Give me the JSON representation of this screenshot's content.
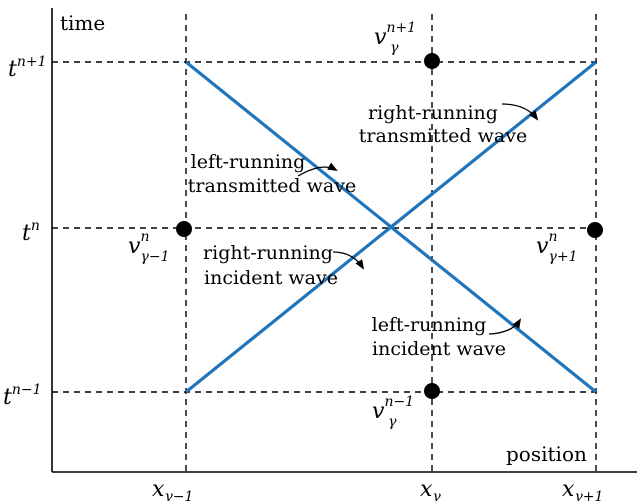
{
  "axes": {
    "y_label": "time",
    "x_label": "position"
  },
  "x_ticks": [
    {
      "base": "x",
      "sub": "γ−1"
    },
    {
      "base": "x",
      "sub": "γ"
    },
    {
      "base": "x",
      "sub": "γ+1"
    }
  ],
  "y_ticks": [
    {
      "base": "t",
      "sup": "n+1"
    },
    {
      "base": "t",
      "sup": "n"
    },
    {
      "base": "t",
      "sup": "n−1"
    }
  ],
  "points": [
    {
      "base": "v",
      "sup": "n+1",
      "sub": "γ"
    },
    {
      "base": "v",
      "sup": "n",
      "sub": "γ−1"
    },
    {
      "base": "v",
      "sup": "n",
      "sub": "γ+1"
    },
    {
      "base": "v",
      "sup": "n−1",
      "sub": "γ"
    }
  ],
  "annotations": {
    "right_transmitted": [
      "right-running",
      "transmitted wave"
    ],
    "left_transmitted": [
      "left-running",
      "transmitted wave"
    ],
    "right_incident": [
      "right-running",
      "incident wave"
    ],
    "left_incident": [
      "left-running",
      "incident wave"
    ]
  },
  "colors": {
    "wave": "#1f74bb",
    "axis": "#000000"
  }
}
